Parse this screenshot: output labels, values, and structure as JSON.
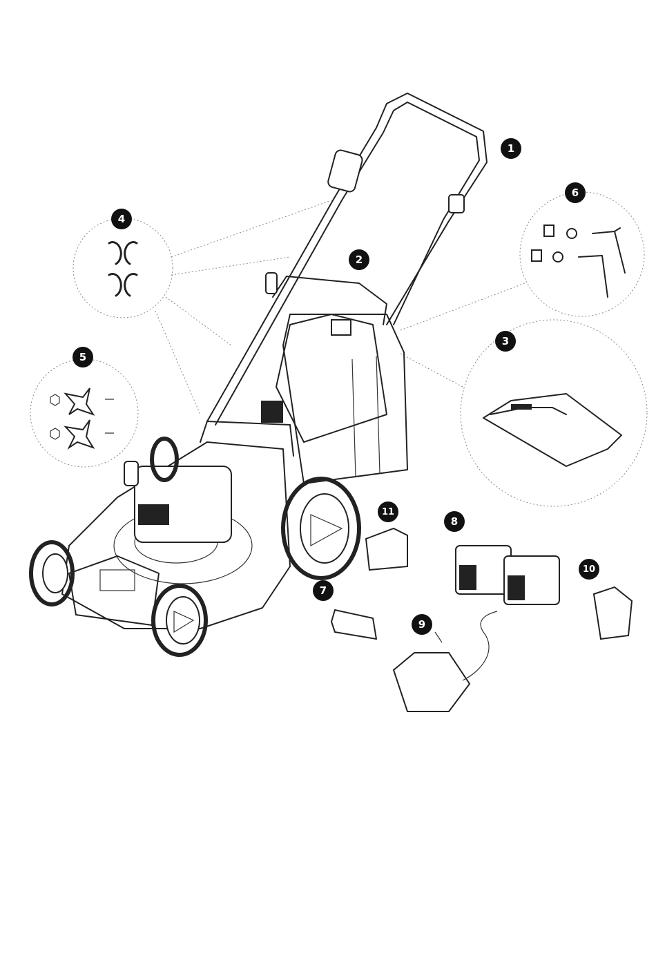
{
  "diagram": {
    "callouts": [
      {
        "id": "1",
        "part": "upper-handle"
      },
      {
        "id": "2",
        "part": "lower-handle"
      },
      {
        "id": "3",
        "part": "grass-catcher"
      },
      {
        "id": "4",
        "part": "cable-clips"
      },
      {
        "id": "5",
        "part": "handle-knobs"
      },
      {
        "id": "6",
        "part": "handle-fixing-parts"
      },
      {
        "id": "7",
        "part": "safety-key"
      },
      {
        "id": "8",
        "part": "batteries"
      },
      {
        "id": "9",
        "part": "charger"
      },
      {
        "id": "10",
        "part": "mulching-plug"
      },
      {
        "id": "11",
        "part": "side-discharge-cover"
      }
    ],
    "colors": {
      "line": "#222222",
      "callout_bg": "#111111",
      "callout_text": "#ffffff",
      "leader": "#888888"
    }
  }
}
